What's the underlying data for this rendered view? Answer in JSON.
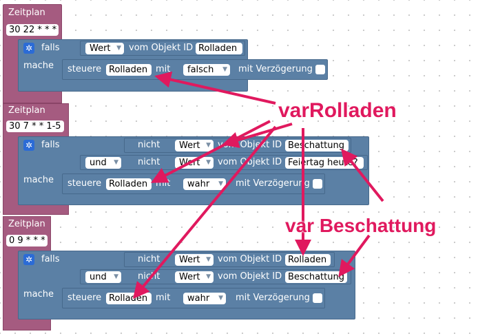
{
  "blocks": [
    {
      "title": "Zeitplan",
      "schedule": "30 22 * * *",
      "if_label": "falls",
      "do_label": "mache",
      "conditions": [
        {
          "prefix": "",
          "not": "",
          "value_dd": "Wert",
          "obj_label": "vom Objekt ID",
          "obj": "Rolladen"
        }
      ],
      "action": {
        "label": "steuere",
        "target": "Rolladen",
        "with": "mit",
        "value": "falsch",
        "delay": "mit Verzögerung"
      }
    },
    {
      "title": "Zeitplan",
      "schedule": "30 7 * * 1-5",
      "if_label": "falls",
      "do_label": "mache",
      "conditions": [
        {
          "prefix": "",
          "not": "nicht",
          "value_dd": "Wert",
          "obj_label": "vom Objekt ID",
          "obj": "Beschattung"
        },
        {
          "prefix": "und",
          "not": "nicht",
          "value_dd": "Wert",
          "obj_label": "vom Objekt ID",
          "obj": "Feiertag heute?"
        }
      ],
      "action": {
        "label": "steuere",
        "target": "Rolladen",
        "with": "mit",
        "value": "wahr",
        "delay": "mit Verzögerung"
      }
    },
    {
      "title": "Zeitplan",
      "schedule": "0 9 * * *",
      "if_label": "falls",
      "do_label": "mache",
      "conditions": [
        {
          "prefix": "",
          "not": "nicht",
          "value_dd": "Wert",
          "obj_label": "vom Objekt ID",
          "obj": "Rolladen"
        },
        {
          "prefix": "und",
          "not": "nicht",
          "value_dd": "Wert",
          "obj_label": "vom Objekt ID",
          "obj": "Beschattung"
        }
      ],
      "action": {
        "label": "steuere",
        "target": "Rolladen",
        "with": "mit",
        "value": "wahr",
        "delay": "mit Verzögerung"
      }
    }
  ],
  "annotations": {
    "var_rolladen": "varRolladen",
    "var_beschattung": "var Beschattung",
    "color": "#e0195e"
  },
  "icons": {
    "gear": "gear-icon",
    "dropdown": "triangle-down-icon"
  }
}
